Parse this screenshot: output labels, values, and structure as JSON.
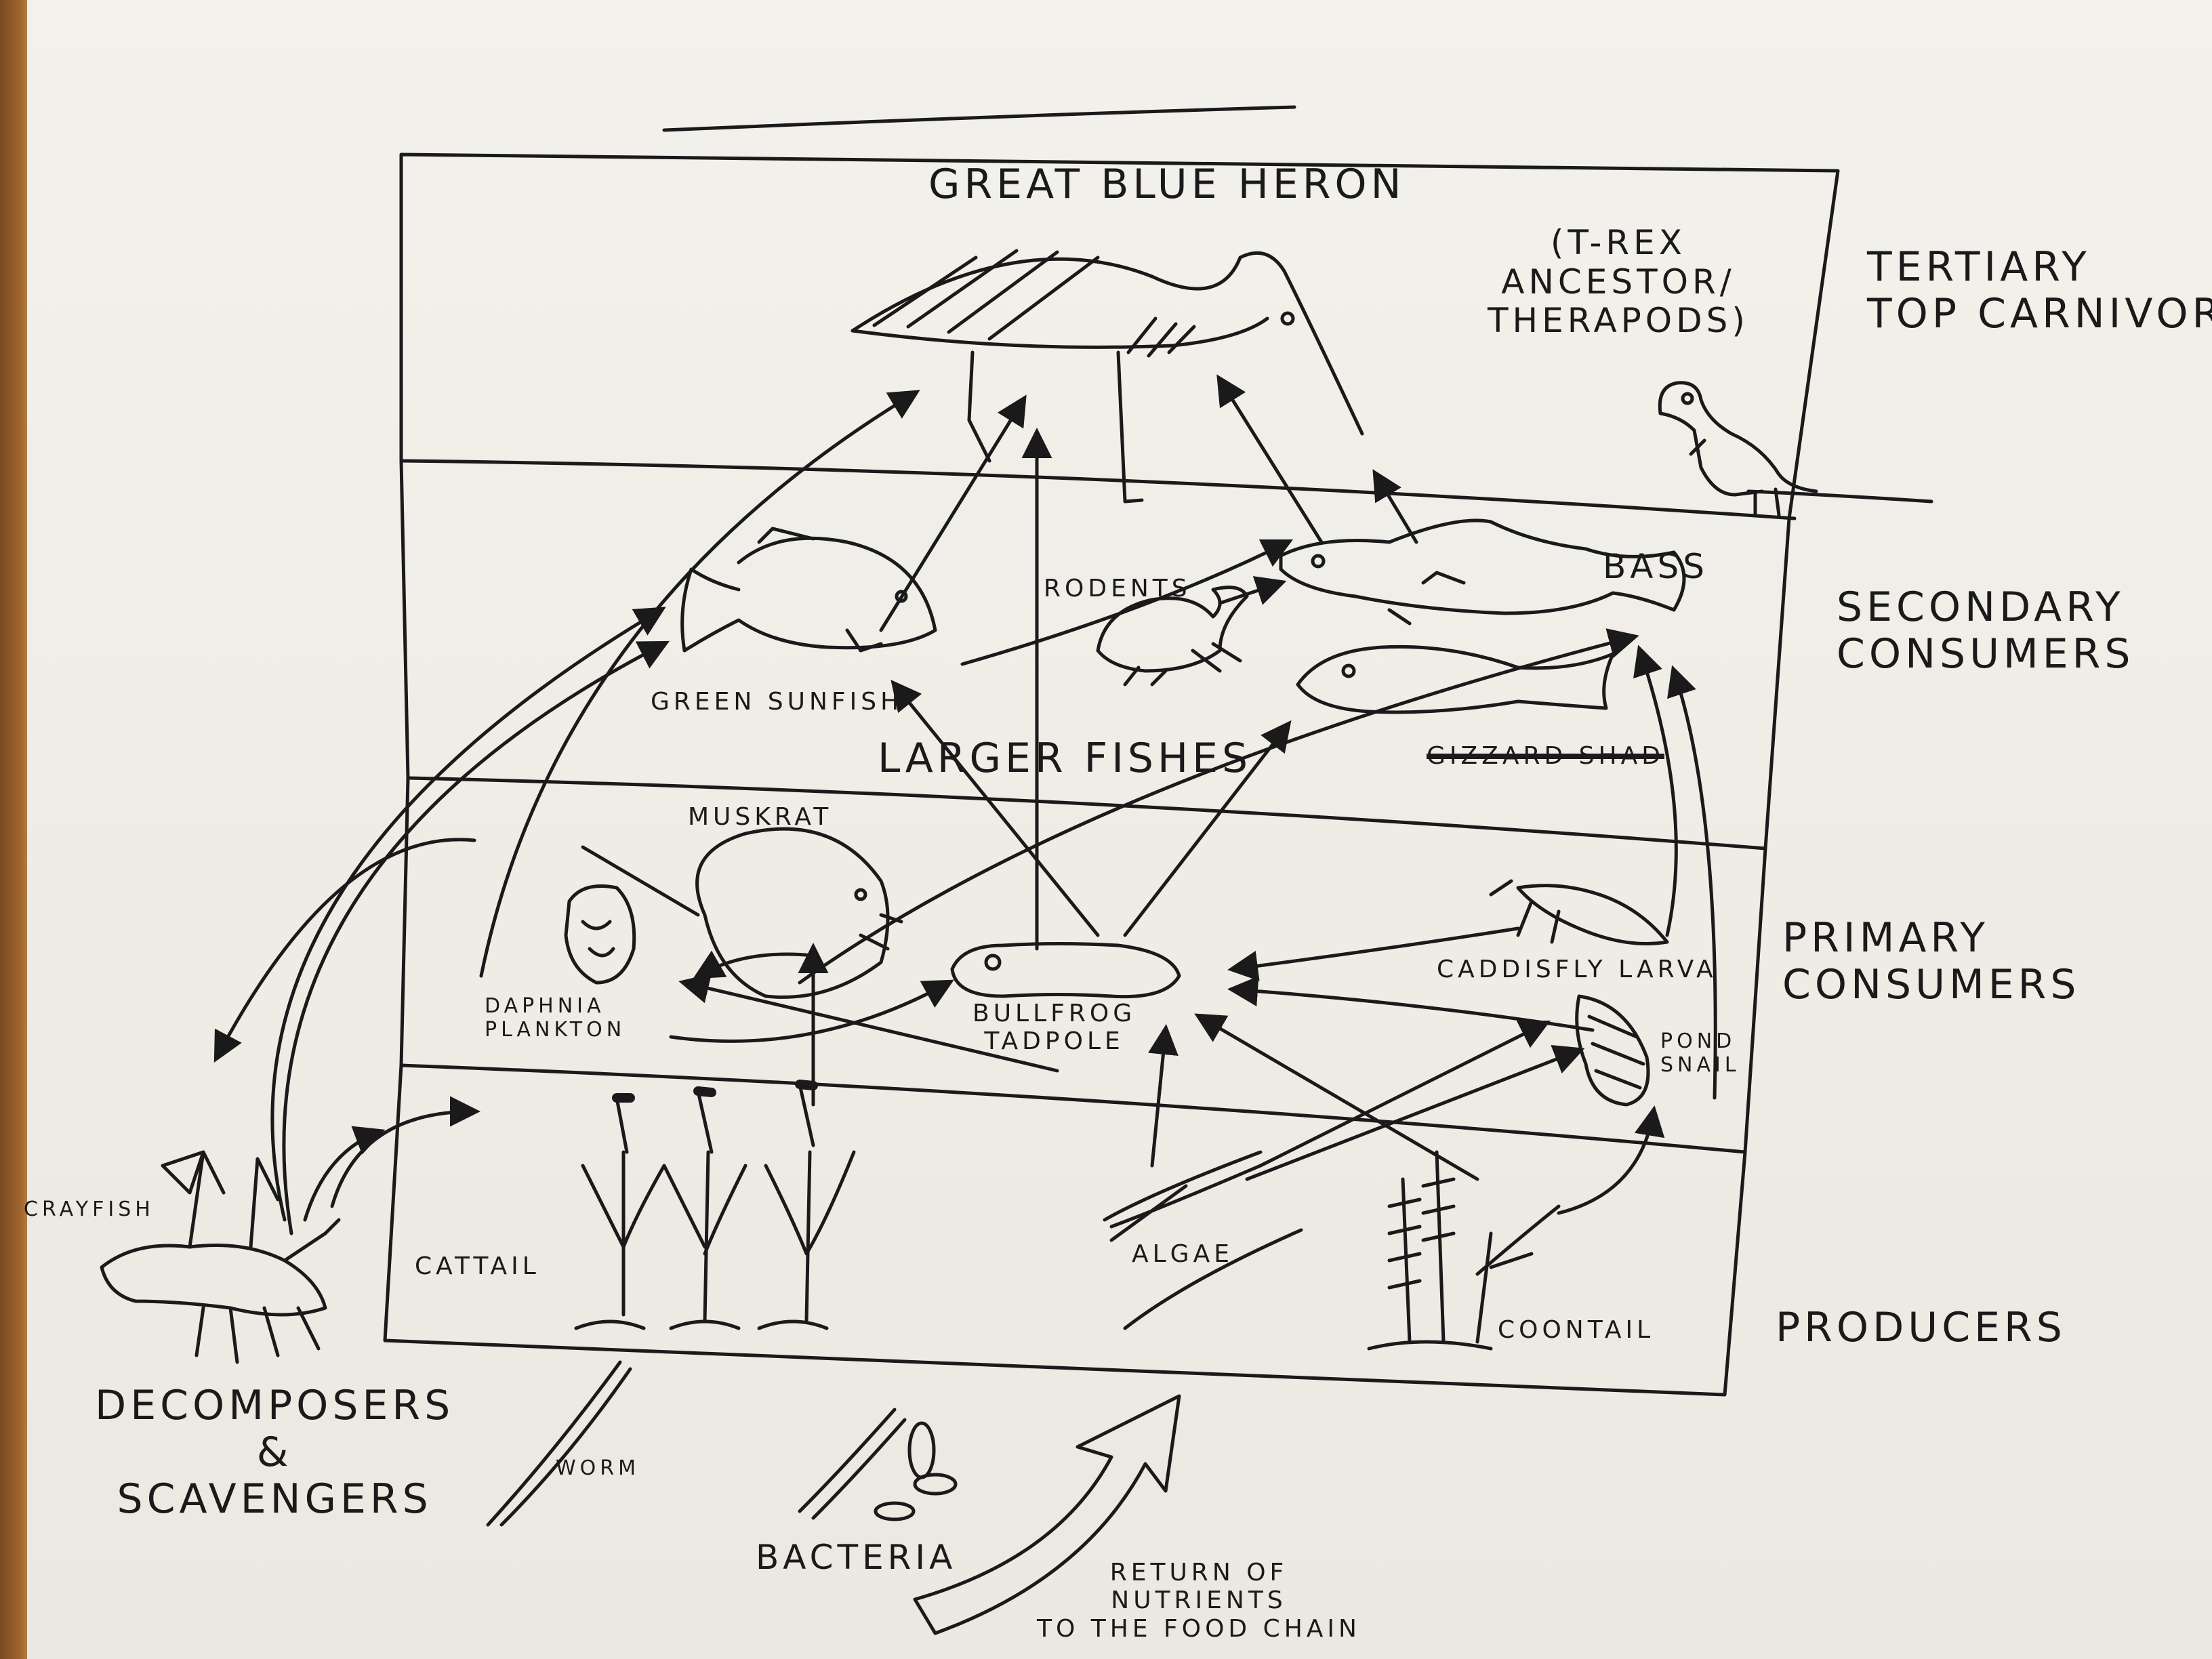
{
  "diagram": {
    "levels": {
      "tertiary": "Tertiary\nTop Carnivore",
      "secondary": "Secondary\nConsumers",
      "primary": "Primary\nConsumers",
      "producers": "Producers",
      "decomposers": "Decomposers\n&\nScavengers"
    },
    "organisms": {
      "heron": "Great Blue Heron",
      "trex": "(T-Rex\nAncestor/\nTherapods)",
      "green_sunfish": "Green Sunfish",
      "rodents": "Rodents",
      "bass": "Bass",
      "larger_fishes": "Larger Fishes",
      "shad": "Gizzard Shad",
      "muskrat": "Muskrat",
      "daphnia": "Daphnia\nPlankton",
      "tadpole": "Bullfrog\nTadpole",
      "caddisfly": "Caddisfly Larva",
      "snail": "Pond\nSnail",
      "cattail": "Cattail",
      "algae": "Algae",
      "coontail": "Coontail",
      "crayfish": "Crayfish",
      "worm": "Worm",
      "bacteria": "Bacteria"
    },
    "nutrient_return": "Return of\nNutrients\nto the food chain"
  },
  "colors": {
    "ink": "#1b1a1a",
    "paper": "#f1efe9",
    "wood": "#9a602c"
  }
}
